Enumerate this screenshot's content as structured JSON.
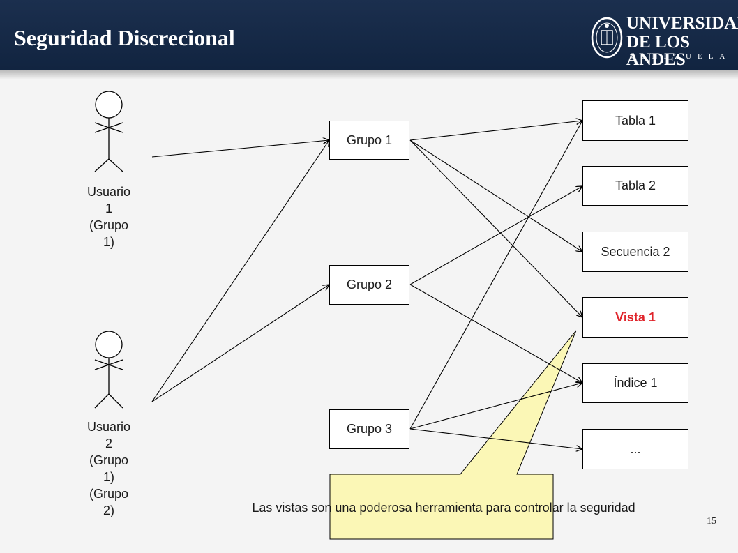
{
  "slide": {
    "title": "Seguridad Discrecional",
    "page_number": "15"
  },
  "logo": {
    "line1": "UNIVERSIDAD",
    "line2": "DE LOS ANDES",
    "line3": "VENEZUELA"
  },
  "actors": [
    {
      "id": "usuario1",
      "lines": [
        "Usuario",
        "1",
        "(Grupo",
        "1)"
      ]
    },
    {
      "id": "usuario2",
      "lines": [
        "Usuario",
        "2",
        "(Grupo",
        "1)",
        "(Grupo",
        "2)"
      ]
    }
  ],
  "groups": [
    {
      "id": "grupo1",
      "label": "Grupo 1"
    },
    {
      "id": "grupo2",
      "label": "Grupo 2"
    },
    {
      "id": "grupo3",
      "label": "Grupo 3"
    }
  ],
  "objects": [
    {
      "id": "tabla1",
      "label": "Tabla 1"
    },
    {
      "id": "tabla2",
      "label": "Tabla 2"
    },
    {
      "id": "secuencia2",
      "label": "Secuencia 2"
    },
    {
      "id": "vista1",
      "label": "Vista 1",
      "highlight": true,
      "color": "#e0242b"
    },
    {
      "id": "indice1",
      "label": "Índice 1"
    },
    {
      "id": "more",
      "label": "..."
    }
  ],
  "connections": [
    [
      "usuario1",
      "grupo1"
    ],
    [
      "usuario2",
      "grupo1"
    ],
    [
      "usuario2",
      "grupo2"
    ],
    [
      "grupo1",
      "tabla1"
    ],
    [
      "grupo1",
      "secuencia2"
    ],
    [
      "grupo1",
      "vista1"
    ],
    [
      "grupo2",
      "tabla2"
    ],
    [
      "grupo2",
      "indice1"
    ],
    [
      "grupo3",
      "tabla1"
    ],
    [
      "grupo3",
      "indice1"
    ],
    [
      "grupo3",
      "more"
    ]
  ],
  "callout": {
    "text": "Las vistas son una poderosa herramienta para controlar la seguridad",
    "fill": "#fbf7b6"
  }
}
